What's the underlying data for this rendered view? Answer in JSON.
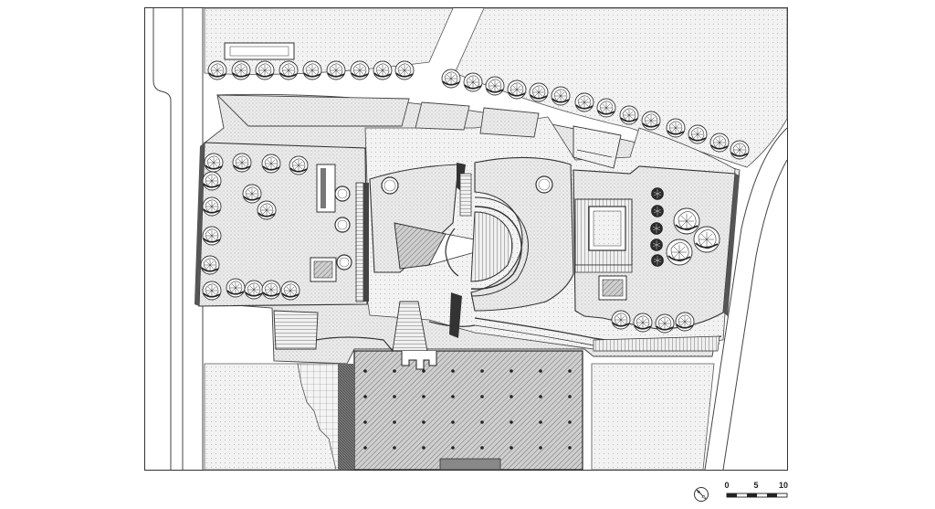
{
  "plan": {
    "scale_bar": {
      "ticks": [
        "0",
        "5",
        "10"
      ]
    },
    "north_arrow_icon": "north-arrow-icon",
    "tree_icon": "tree-icon",
    "colors": {
      "line": "#333333",
      "ground_stipple": "#e2e2e2",
      "plaza": "#dedede",
      "building_hatch": "#9c9c9c"
    }
  }
}
